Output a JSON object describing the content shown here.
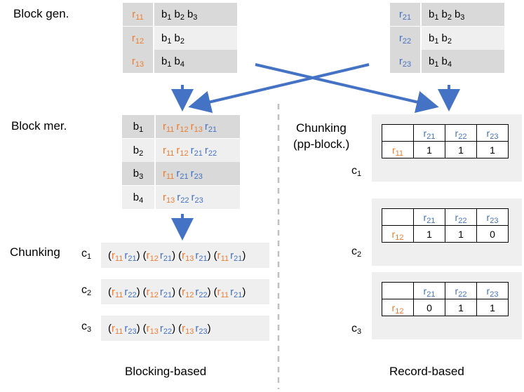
{
  "labels": {
    "block_gen": "Block gen.",
    "block_mer": "Block mer.",
    "chunking": "Chunking",
    "chunking_pp_line1": "Chunking",
    "chunking_pp_line2": "(pp-block.)",
    "blocking_based": "Blocking-based",
    "record_based": "Record-based"
  },
  "block_gen_left": [
    {
      "r": "r",
      "sub": "11",
      "blocks": [
        [
          "b",
          "1"
        ],
        [
          "b",
          "2"
        ],
        [
          "b",
          "3"
        ]
      ]
    },
    {
      "r": "r",
      "sub": "12",
      "blocks": [
        [
          "b",
          "1"
        ],
        [
          "b",
          "2"
        ]
      ]
    },
    {
      "r": "r",
      "sub": "13",
      "blocks": [
        [
          "b",
          "1"
        ],
        [
          "b",
          "4"
        ]
      ]
    }
  ],
  "block_gen_right": [
    {
      "r": "r",
      "sub": "21",
      "blocks": [
        [
          "b",
          "1"
        ],
        [
          "b",
          "2"
        ],
        [
          "b",
          "3"
        ]
      ]
    },
    {
      "r": "r",
      "sub": "22",
      "blocks": [
        [
          "b",
          "1"
        ],
        [
          "b",
          "2"
        ]
      ]
    },
    {
      "r": "r",
      "sub": "23",
      "blocks": [
        [
          "b",
          "1"
        ],
        [
          "b",
          "4"
        ]
      ]
    }
  ],
  "block_mer": [
    {
      "b": "b",
      "sub": "1",
      "records": [
        [
          "r",
          "11",
          "o"
        ],
        [
          "r",
          "12",
          "o"
        ],
        [
          "r",
          "13",
          "o"
        ],
        [
          "r",
          "21",
          "b"
        ]
      ]
    },
    {
      "b": "b",
      "sub": "2",
      "records": [
        [
          "r",
          "11",
          "o"
        ],
        [
          "r",
          "12",
          "o"
        ],
        [
          "r",
          "21",
          "b"
        ],
        [
          "r",
          "22",
          "b"
        ]
      ]
    },
    {
      "b": "b",
      "sub": "3",
      "records": [
        [
          "r",
          "11",
          "o"
        ],
        [
          "r",
          "21",
          "b"
        ],
        [
          "r",
          "23",
          "b"
        ]
      ]
    },
    {
      "b": "b",
      "sub": "4",
      "records": [
        [
          "r",
          "13",
          "o"
        ],
        [
          "r",
          "22",
          "b"
        ],
        [
          "r",
          "23",
          "b"
        ]
      ]
    }
  ],
  "chunks_left": [
    {
      "c": "c",
      "sub": "1",
      "pairs": [
        [
          "11",
          "21"
        ],
        [
          "12",
          "21"
        ],
        [
          "13",
          "21"
        ],
        [
          "11",
          "21"
        ]
      ]
    },
    {
      "c": "c",
      "sub": "2",
      "pairs": [
        [
          "11",
          "22"
        ],
        [
          "12",
          "21"
        ],
        [
          "12",
          "22"
        ],
        [
          "11",
          "21"
        ]
      ]
    },
    {
      "c": "c",
      "sub": "3",
      "pairs": [
        [
          "11",
          "23"
        ],
        [
          "13",
          "22"
        ],
        [
          "13",
          "23"
        ]
      ]
    }
  ],
  "chunks_right": [
    {
      "c": "c",
      "sub": "1",
      "row": [
        "r",
        "11"
      ],
      "cols": [
        [
          "r",
          "21"
        ],
        [
          "r",
          "22"
        ],
        [
          "r",
          "23"
        ]
      ],
      "values": [
        "1",
        "1",
        "1"
      ]
    },
    {
      "c": "c",
      "sub": "2",
      "row": [
        "r",
        "12"
      ],
      "cols": [
        [
          "r",
          "21"
        ],
        [
          "r",
          "22"
        ],
        [
          "r",
          "23"
        ]
      ],
      "values": [
        "1",
        "1",
        "0"
      ]
    },
    {
      "c": "c",
      "sub": "3",
      "row": [
        "r",
        "12"
      ],
      "cols": [
        [
          "r",
          "21"
        ],
        [
          "r",
          "22"
        ],
        [
          "r",
          "23"
        ]
      ],
      "values": [
        "0",
        "1",
        "1"
      ]
    }
  ],
  "colors": {
    "orange": "#ed7d31",
    "blue": "#4472c4",
    "arrow": "#4472c4"
  }
}
